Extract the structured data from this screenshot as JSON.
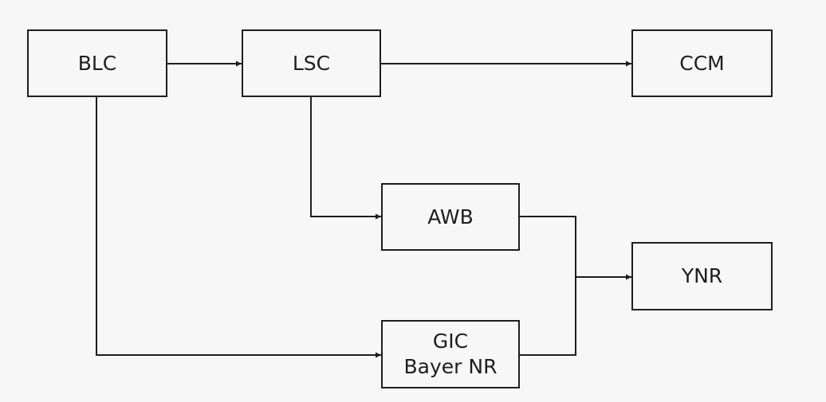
{
  "diagram": {
    "nodes": [
      {
        "id": "blc",
        "lines": [
          "BLC"
        ]
      },
      {
        "id": "lsc",
        "lines": [
          "LSC"
        ]
      },
      {
        "id": "ccm",
        "lines": [
          "CCM"
        ]
      },
      {
        "id": "awb",
        "lines": [
          "AWB"
        ]
      },
      {
        "id": "ynr",
        "lines": [
          "YNR"
        ]
      },
      {
        "id": "gic",
        "lines": [
          "GIC",
          "Bayer NR"
        ]
      }
    ],
    "edges": [
      {
        "from": "blc",
        "to": "lsc"
      },
      {
        "from": "lsc",
        "to": "ccm"
      },
      {
        "from": "lsc",
        "to": "awb"
      },
      {
        "from": "blc",
        "to": "gic"
      },
      {
        "from": "awb",
        "to": "ynr"
      },
      {
        "from": "gic",
        "to": "ynr"
      }
    ]
  },
  "colors": {
    "line": "#1e1e1e",
    "background": "#f7f7f7"
  }
}
